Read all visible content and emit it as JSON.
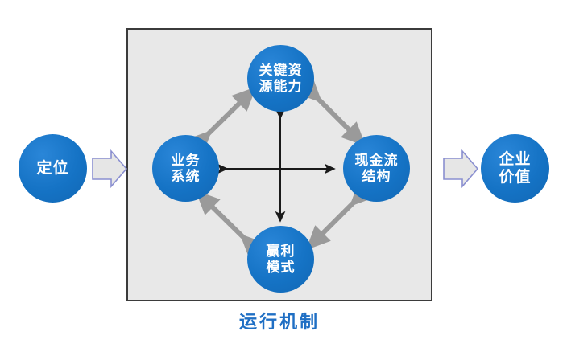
{
  "diagram": {
    "type": "process-flow",
    "caption": "运行机制",
    "colors": {
      "node_fill": "#1573c5",
      "node_text": "#ffffff",
      "box_fill": "#e8e8e8",
      "box_border": "#3b3b3b",
      "caption_text": "#1f6fc4",
      "diagonal_arrow": "#9a9a9a",
      "cross_arrow": "#1a1a1a",
      "block_arrow_fill": "#e6e6e6",
      "block_arrow_stroke": "#8a8fd0"
    },
    "input_node": {
      "name": "positioning",
      "lines": [
        "定位"
      ]
    },
    "output_node": {
      "name": "enterprise-value",
      "lines": [
        "企业",
        "价值"
      ]
    },
    "inner_nodes": [
      {
        "name": "key-resource-capability",
        "position": "top",
        "lines": [
          "关键资",
          "源能力"
        ]
      },
      {
        "name": "business-system",
        "position": "left",
        "lines": [
          "业务",
          "系统"
        ]
      },
      {
        "name": "cash-flow-structure",
        "position": "right",
        "lines": [
          "现金流",
          "结构"
        ]
      },
      {
        "name": "profit-model",
        "position": "bottom",
        "lines": [
          "赢利",
          "模式"
        ]
      }
    ],
    "block_arrows": [
      {
        "name": "input-block-arrow",
        "direction": "right"
      },
      {
        "name": "output-block-arrow",
        "direction": "right"
      }
    ],
    "connectors": [
      {
        "name": "business-to-resource",
        "style": "gray-double-arrow"
      },
      {
        "name": "resource-to-cashflow",
        "style": "gray-double-arrow"
      },
      {
        "name": "cashflow-to-profit",
        "style": "gray-double-arrow"
      },
      {
        "name": "profit-to-business",
        "style": "gray-double-arrow"
      },
      {
        "name": "horizontal-cross-arrow",
        "style": "black-double-arrow"
      },
      {
        "name": "vertical-cross-arrow",
        "style": "black-double-arrow"
      }
    ]
  }
}
